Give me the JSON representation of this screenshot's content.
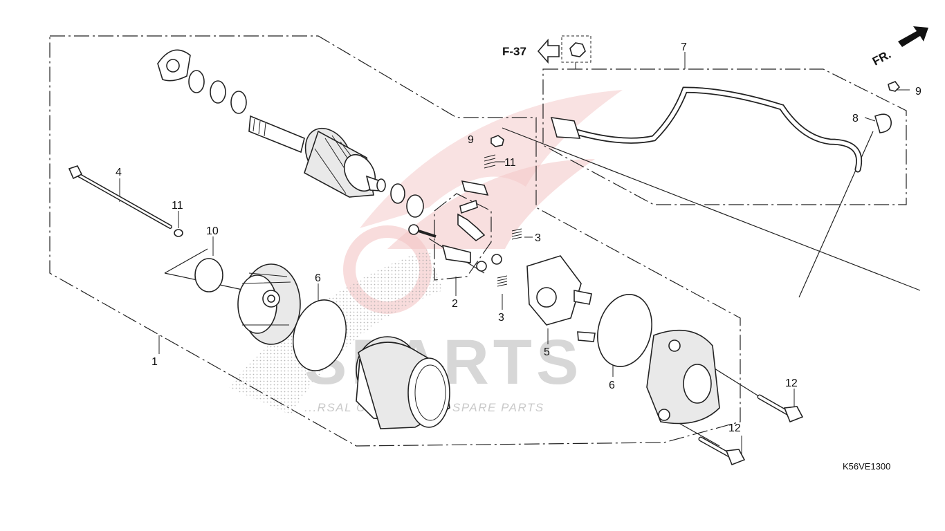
{
  "diagram": {
    "code": "K56VE1300",
    "ref_arrow": "F-37",
    "front_arrow": "FR.",
    "watermark": {
      "main": "SPARTS",
      "sub": "...RSAL OR... ...ENTAL SPARE PARTS"
    },
    "callouts": {
      "c1": "1",
      "c2": "2",
      "c3a": "3",
      "c3b": "3",
      "c4": "4",
      "c5": "5",
      "c6a": "6",
      "c6b": "6",
      "c7": "7",
      "c8": "8",
      "c9a": "9",
      "c9b": "9",
      "c10": "10",
      "c11a": "11",
      "c11b": "11",
      "c12a": "12",
      "c12b": "12"
    }
  }
}
